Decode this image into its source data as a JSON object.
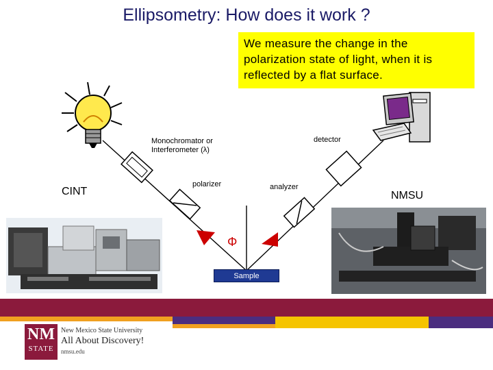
{
  "title": "Ellipsometry: How does it work ?",
  "callout": "We measure the change in the polarization state of light, when it is reflected by a flat surface.",
  "labels": {
    "monochromator_line1": "Monochromator or",
    "monochromator_line2": "Interferometer (λ)",
    "detector": "detector",
    "polarizer": "polarizer",
    "analyzer": "analyzer",
    "phi": "Φ",
    "sample": "Sample",
    "cint": "CINT",
    "nmsu": "NMSU"
  },
  "footer": {
    "logo_nm": "NM",
    "logo_state": "STATE",
    "university": "New Mexico State University",
    "slogan": "All About Discovery!",
    "url": "nmsu.edu"
  },
  "colors": {
    "title": "#1a1a66",
    "callout_bg": "#ffff00",
    "arrow_red": "#cc0000",
    "sample_blue": "#1f3a93",
    "band_crimson": "#8b1a3c",
    "band_orange": "#f0a020",
    "band_purple": "#4b2d7f",
    "band_yellow": "#f5c400"
  }
}
